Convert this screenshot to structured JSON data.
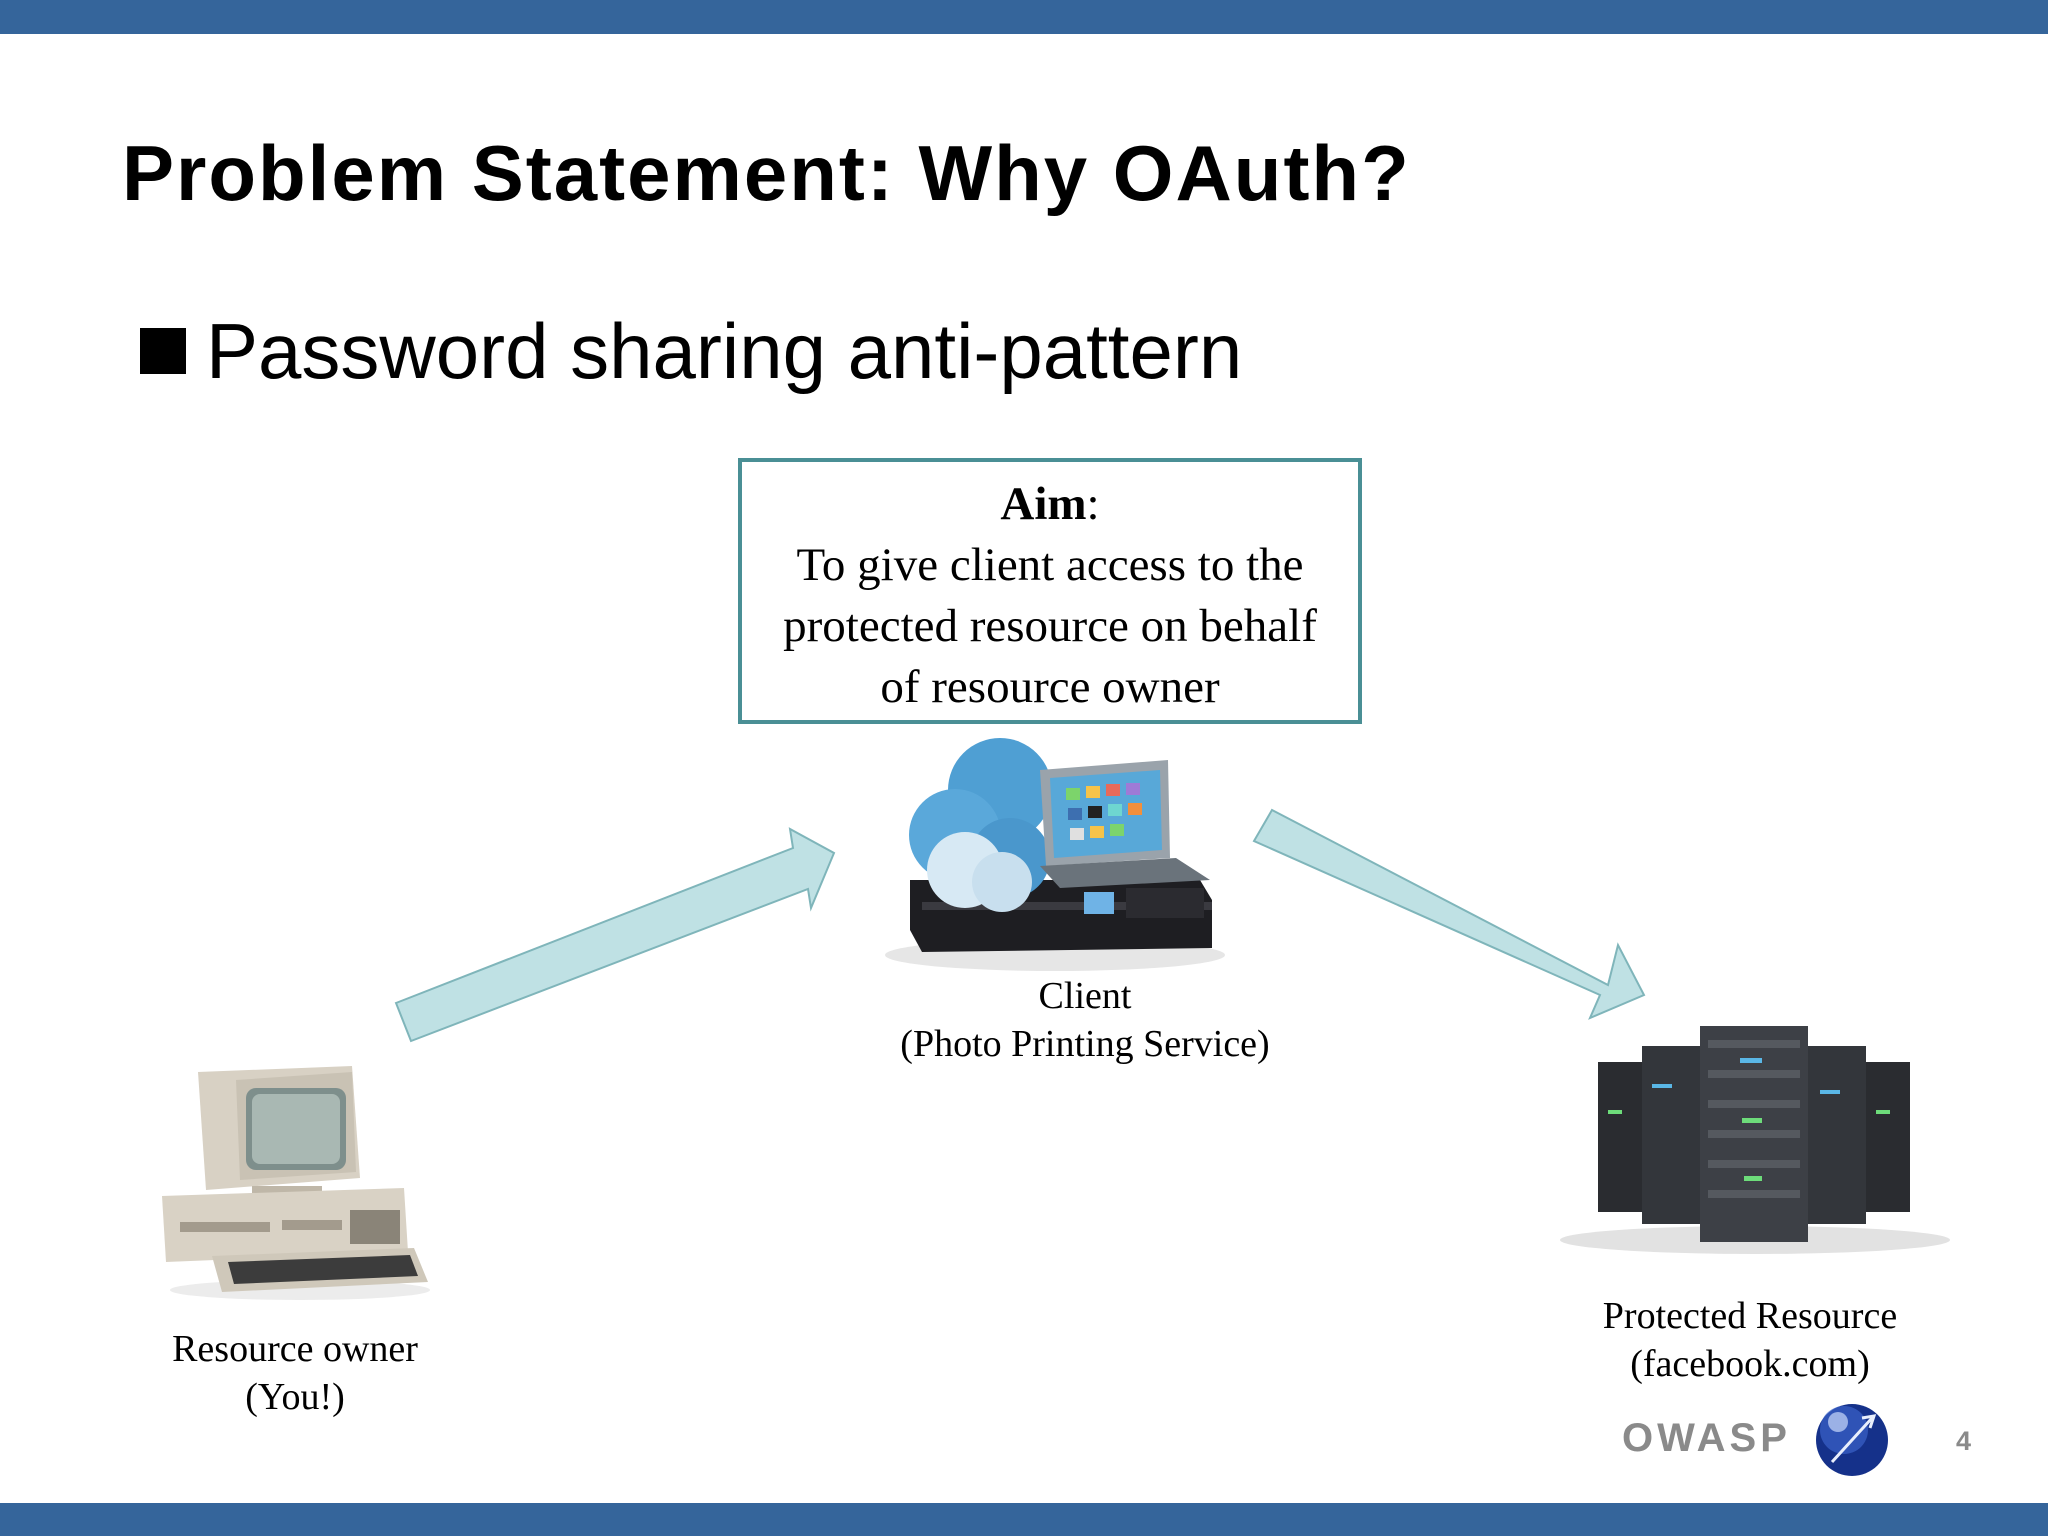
{
  "slide": {
    "title": "Problem Statement: Why OAuth?",
    "bullet": "Password sharing anti-pattern",
    "aim": {
      "label": "Aim",
      "colon": ":",
      "lines": [
        "To give client access to the",
        "protected resource on behalf",
        "of resource owner"
      ]
    },
    "nodes": {
      "client": [
        "Client",
        "(Photo Printing Service)"
      ],
      "owner": [
        "Resource owner",
        "(You!)"
      ],
      "protected": [
        "Protected Resource",
        "(facebook.com)"
      ]
    },
    "footer": {
      "org": "OWASP",
      "page": "4"
    }
  },
  "colors": {
    "bar": "#35659b",
    "arrow_fill": "#bfe1e4",
    "arrow_stroke": "#7fb5ba",
    "box_border": "#4a8f95",
    "cloud": "#4f9fd3"
  },
  "icons": [
    "cloud-laptop-server-icon",
    "retro-computer-icon",
    "server-rack-icon",
    "owasp-globe-icon"
  ]
}
